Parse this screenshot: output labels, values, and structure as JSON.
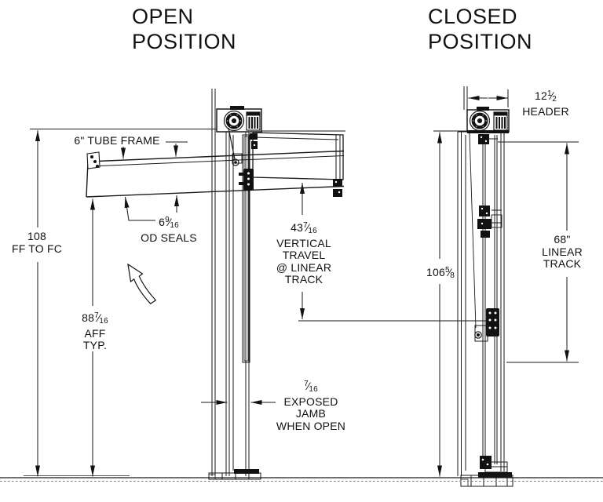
{
  "colors": {
    "line": "#1a1a1a",
    "dark_fill": "#111111",
    "floor_dash": "#777777",
    "background": "#ffffff"
  },
  "open_view": {
    "title_line1": "OPEN",
    "title_line2": "POSITION",
    "height_overall": {
      "value": "108",
      "label": "FF TO FC"
    },
    "height_aff": {
      "whole": "88",
      "num": "7",
      "den": "16",
      "label1": "AFF",
      "label2": "TYP."
    },
    "tube_frame_label": "6\" TUBE FRAME",
    "od_seals": {
      "whole": "6",
      "num": "9",
      "den": "16",
      "label": "OD SEALS"
    },
    "vertical_travel": {
      "whole": "43",
      "num": "7",
      "den": "16",
      "label1": "VERTICAL",
      "label2": "TRAVEL",
      "label3": "@ LINEAR",
      "label4": "TRACK"
    },
    "exposed_jamb": {
      "num": "7",
      "den": "16",
      "label1": "EXPOSED",
      "label2": "JAMB",
      "label3": "WHEN OPEN"
    }
  },
  "closed_view": {
    "title_line1": "CLOSED",
    "title_line2": "POSITION",
    "header_width": {
      "whole": "12",
      "num": "1",
      "den": "2",
      "label": "HEADER"
    },
    "height_closed": {
      "whole": "106",
      "num": "5",
      "den": "8"
    },
    "linear_track": {
      "value": "68\"",
      "label1": "LINEAR",
      "label2": "TRACK"
    }
  }
}
